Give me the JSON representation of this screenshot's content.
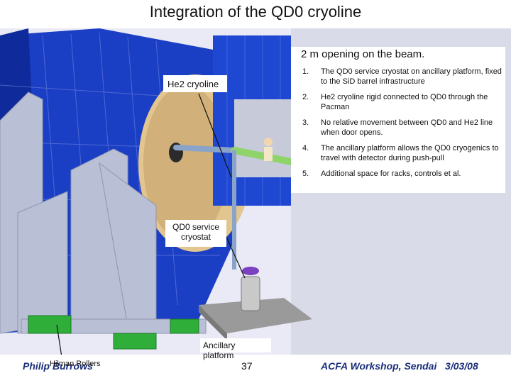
{
  "slide": {
    "title": "Integration of the QD0 cryoline"
  },
  "callouts": {
    "he2_cryoline": "He2 cryoline",
    "qd0_service_cryostat": "QD0 service cryostat",
    "ancillary_platform": "Ancillary platform"
  },
  "info": {
    "heading": "2 m opening on the beam.",
    "items": [
      {
        "num": "1.",
        "text": "The QD0 service cryostat on ancillary platform, fixed to the SiD barrel infrastructure"
      },
      {
        "num": "2.",
        "text": "He2 cryoline rigid connected to QD0 through the Pacman"
      },
      {
        "num": "3.",
        "text": "No relative movement between QD0 and He2 line when door opens."
      },
      {
        "num": "4.",
        "text": "The ancillary platform allows the QD0 cryogenics to travel with detector during push-pull"
      },
      {
        "num": "5.",
        "text": "Additional space for racks, controls et al."
      }
    ]
  },
  "footer": {
    "author": "Philip Burrows",
    "rollers": "Hilman Rollers",
    "page": "37",
    "event": "ACFA Workshop, Sendai",
    "date": "3/03/08"
  },
  "colors": {
    "detector_blue": "#1b3fc4",
    "frame_gray": "#b9bfd4",
    "door_tan": "#e2c58f",
    "roller_green": "#2fae3a",
    "line_green": "#8ed46a",
    "footer_blue": "#1a2f7a"
  }
}
